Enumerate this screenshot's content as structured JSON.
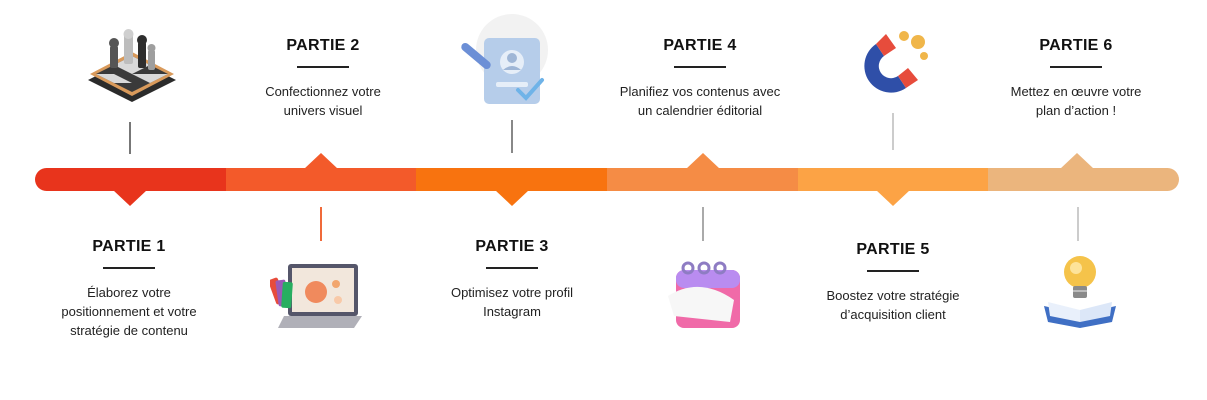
{
  "parts": [
    {
      "title": "PARTIE 1",
      "line1": "Élaborez votre",
      "line2": "positionnement et votre",
      "line3": "stratégie de contenu",
      "icon": "chess-board-icon",
      "color": "#e8341c"
    },
    {
      "title": "PARTIE 2",
      "line1": "Confectionnez votre",
      "line2": "univers visuel",
      "line3": "",
      "icon": "laptop-design-icon",
      "color": "#f35a2a"
    },
    {
      "title": "PARTIE 3",
      "line1": "Optimisez votre profil",
      "line2": "Instagram",
      "line3": "",
      "icon": "profile-card-icon",
      "color": "#f8730f"
    },
    {
      "title": "PARTIE 4",
      "line1": "Planifiez vos contenus avec",
      "line2": "un calendrier éditorial",
      "line3": "",
      "icon": "calendar-icon",
      "color": "#f58c45"
    },
    {
      "title": "PARTIE 5",
      "line1": "Boostez votre stratégie",
      "line2": "d’acquisition client",
      "line3": "",
      "icon": "magnet-icon",
      "color": "#fca345"
    },
    {
      "title": "PARTIE 6",
      "line1": "Mettez en œuvre votre",
      "line2": "plan d’action !",
      "line3": "",
      "icon": "lightbulb-book-icon",
      "color": "#ebb57d"
    }
  ]
}
